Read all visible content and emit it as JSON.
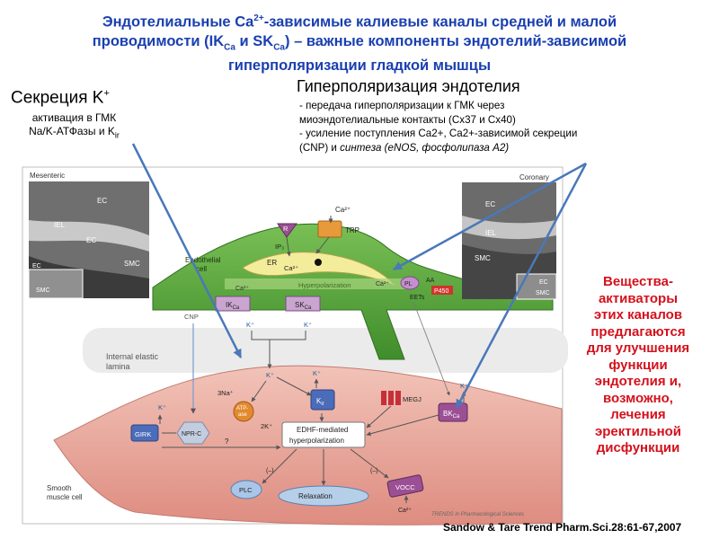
{
  "title": {
    "line1_pre": "Эндотелиальные Ca",
    "line1_sup": "2+",
    "line1_post": "-зависимые калиевые каналы средней и малой",
    "line2_pre": "проводимости   (IK",
    "line2_sub1": "Ca",
    "line2_mid": " и SK",
    "line2_sub2": "Ca",
    "line2_post": ") – важные компоненты эндотелий-зависимой",
    "line3": "гиперполяризации гладкой мышцы"
  },
  "k_secretion": {
    "head": "Секреция K",
    "head_sup": "+",
    "sub1": "активация в ГМК",
    "sub2_pre": "Na/K-АТФазы и K",
    "sub2_sub": "ir"
  },
  "hyperpolarization": {
    "head": "Гиперполяризация  эндотелия",
    "line1": "- передача гиперполяризации к ГМК через",
    "line2": "миоэндотелиальные  контакты (Cx37 и Cx40)",
    "line3": "- усиление поступления Ca2+, Ca2+-зависимой секреции",
    "line4_pre": "(CNP)  и ",
    "line4_italic": "синтеза (eNOS,  фосфолипаза  A2)"
  },
  "activators_text": [
    "Вещества-",
    "активаторы",
    "этих каналов",
    "предлагаются",
    "для улучшения",
    "функции",
    "эндотелия и,",
    "возможно,",
    "лечения",
    "эректильной",
    "дисфункции"
  ],
  "citation": "Sandow & Tare Trend Pharm.Sci.28:61-67,2007",
  "figure": {
    "mesenteric": "Mesenteric",
    "coronary": "Coronary",
    "micro_left": [
      "EC",
      "IEL",
      "EC",
      "SMC",
      "EC",
      "SMC"
    ],
    "micro_right": [
      "EC",
      "IEL",
      "SMC",
      "EC",
      "SMC"
    ],
    "endothelial_cell": [
      "Endothelial",
      "cell"
    ],
    "ca2": "Ca²⁺",
    "r": "R",
    "trp": "TRP",
    "ip3": "IP₃",
    "er": "ER",
    "ca2_er": "Ca²⁺",
    "ca2_left": "Ca²⁺",
    "ca2_right": "Ca²⁺",
    "hyperpol_ec": "Hyperpolarization",
    "ik_pre": "IK",
    "ik_sub": "Ca",
    "sk_pre": "SK",
    "sk_sub": "Ca",
    "k_plus": "K⁺",
    "pl": "PL",
    "aa": "AA",
    "p450": "P450",
    "eets": "EETs",
    "cnp": "CNP",
    "iel": [
      "Internal elastic",
      "lamina"
    ],
    "three_na": "3Na⁺",
    "atpase": [
      "ATP-",
      "ase"
    ],
    "two_k": "2K⁺",
    "kir_pre": "K",
    "kir_sub": "ir",
    "megj": "MEGJ",
    "bk_pre": "BK",
    "bk_sub": "Ca",
    "girk": "GIRK",
    "nprc": "NPR-C",
    "question": "?",
    "edhf": [
      "EDHF-mediated",
      "hyperpolarization"
    ],
    "minus": "(–)",
    "plc": "PLC",
    "relaxation": "Relaxation",
    "vocc": "VOCC",
    "ca2_bottom": "Ca²⁺",
    "smooth_muscle": [
      "Smooth",
      "muscle cell"
    ],
    "trends": "TRENDS in Pharmacological Sciences"
  },
  "colors": {
    "title": "#1a3fb0",
    "red_text": "#d4111c",
    "endothelium": "#5aa53a",
    "smooth_muscle": "#e8a79e",
    "pointer_arrow": "#4a78b8",
    "channel_purple": "#9c4f95"
  }
}
